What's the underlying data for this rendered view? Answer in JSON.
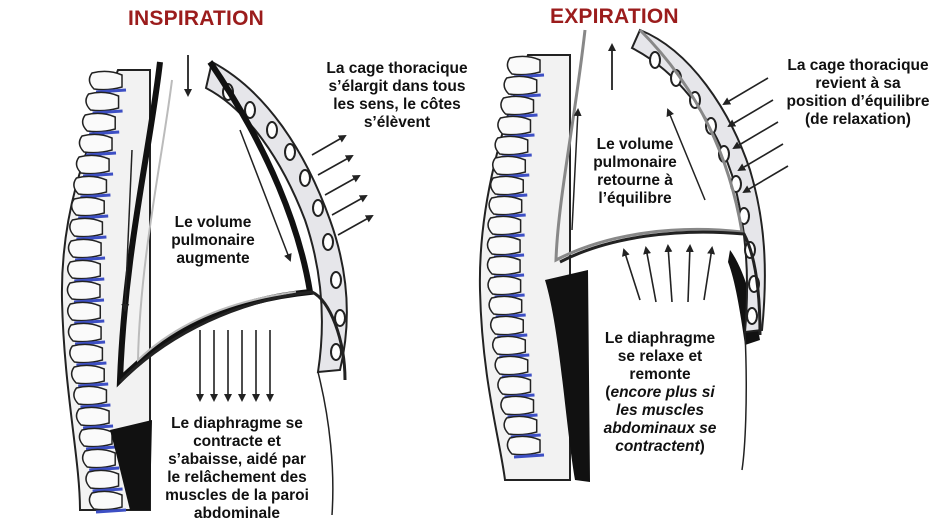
{
  "left": {
    "title": "INSPIRATION",
    "ribs_label": [
      "La cage thoracique",
      "s’élargit dans tous",
      "les sens, le côtes",
      "s’élèvent"
    ],
    "lung_label": [
      "Le volume",
      "pulmonaire",
      "augmente"
    ],
    "diaphragm_label": [
      "Le diaphragme se",
      "contracte et",
      "s’abaisse, aidé par",
      "le relâchement des",
      "muscles de la paroi",
      "abdominale"
    ]
  },
  "right": {
    "title": "EXPIRATION",
    "ribs_label": [
      "La cage thoracique",
      "revient à sa",
      "position d’équilibre",
      "(de relaxation)"
    ],
    "lung_label": [
      "Le volume",
      "pulmonaire",
      "retourne à",
      "l’équilibre"
    ],
    "diaphragm_label": [
      "Le diaphragme",
      "se relaxe et",
      "remonte"
    ],
    "diaphragm_note": {
      "open": "(",
      "lines": [
        "encore plus si",
        "les muscles",
        "abdominaux se",
        "contractent"
      ],
      "close": ")"
    }
  },
  "colors": {
    "title": "#9b1c1c",
    "vertebra_disc": "#3d4fc4",
    "muscle": "#111111",
    "pleura": "#e6e6ea"
  }
}
